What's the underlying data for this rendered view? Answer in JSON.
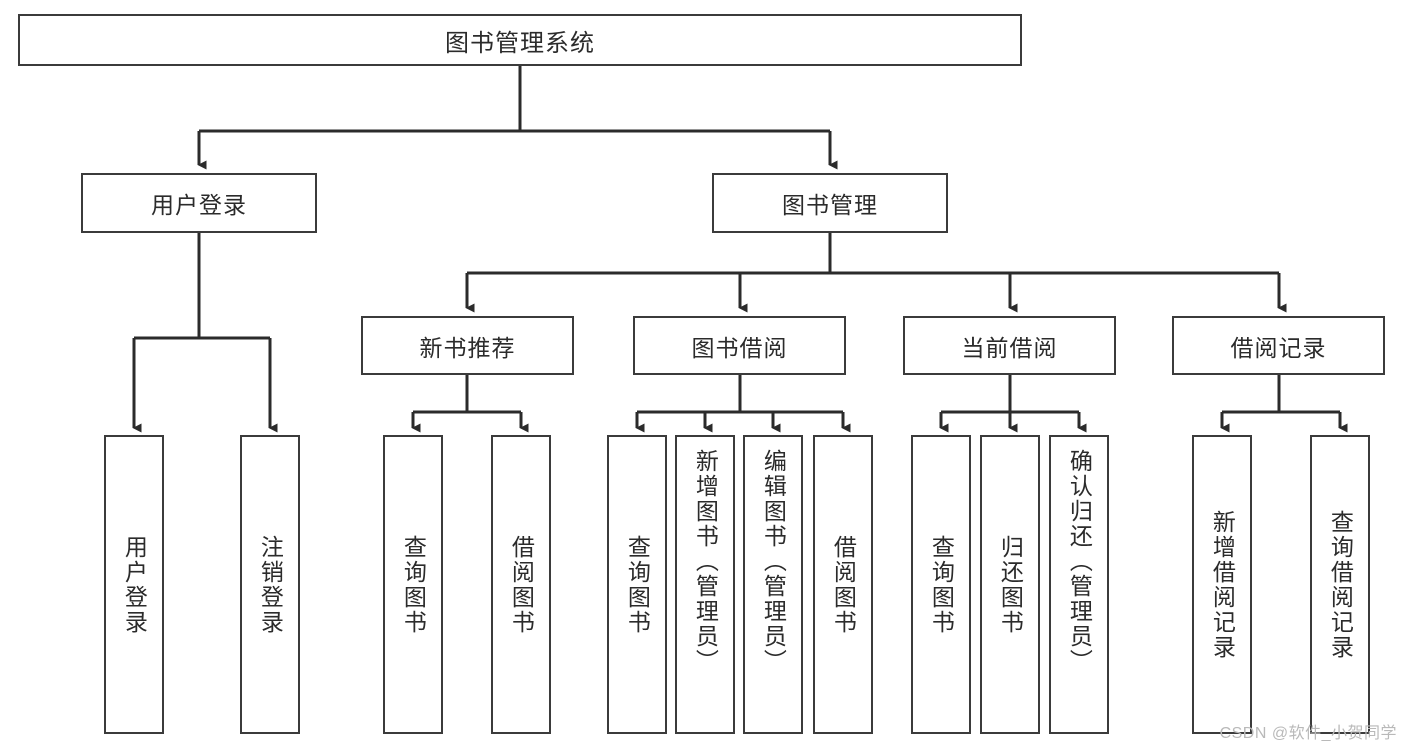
{
  "diagram": {
    "title": "图书管理系统",
    "watermark": "CSDN @软件_小贺同学",
    "colors": {
      "box_border": "#3b3b3b",
      "box_fill": "#ffffff",
      "edge": "#2b2b2b",
      "text": "#2b2b2b",
      "watermark": "#b9b9b9",
      "background": "#ffffff"
    },
    "root": {
      "label": "图书管理系统"
    },
    "level2": [
      {
        "label": "用户登录"
      },
      {
        "label": "图书管理"
      }
    ],
    "level3": [
      {
        "label": "新书推荐"
      },
      {
        "label": "图书借阅"
      },
      {
        "label": "当前借阅"
      },
      {
        "label": "借阅记录"
      }
    ],
    "leaves": {
      "user_login": [
        {
          "label": "用户登录"
        },
        {
          "label": "注销登录"
        }
      ],
      "new_book": [
        {
          "label": "查询图书"
        },
        {
          "label": "借阅图书"
        }
      ],
      "borrow_book": [
        {
          "label": "查询图书"
        },
        {
          "label": "新增图书（管理员）"
        },
        {
          "label": "编辑图书（管理员）"
        },
        {
          "label": "借阅图书"
        }
      ],
      "current_borrow": [
        {
          "label": "查询图书"
        },
        {
          "label": "归还图书"
        },
        {
          "label": "确认归还（管理员）"
        }
      ],
      "borrow_record": [
        {
          "label": "新增借阅记录"
        },
        {
          "label": "查询借阅记录"
        }
      ]
    }
  }
}
